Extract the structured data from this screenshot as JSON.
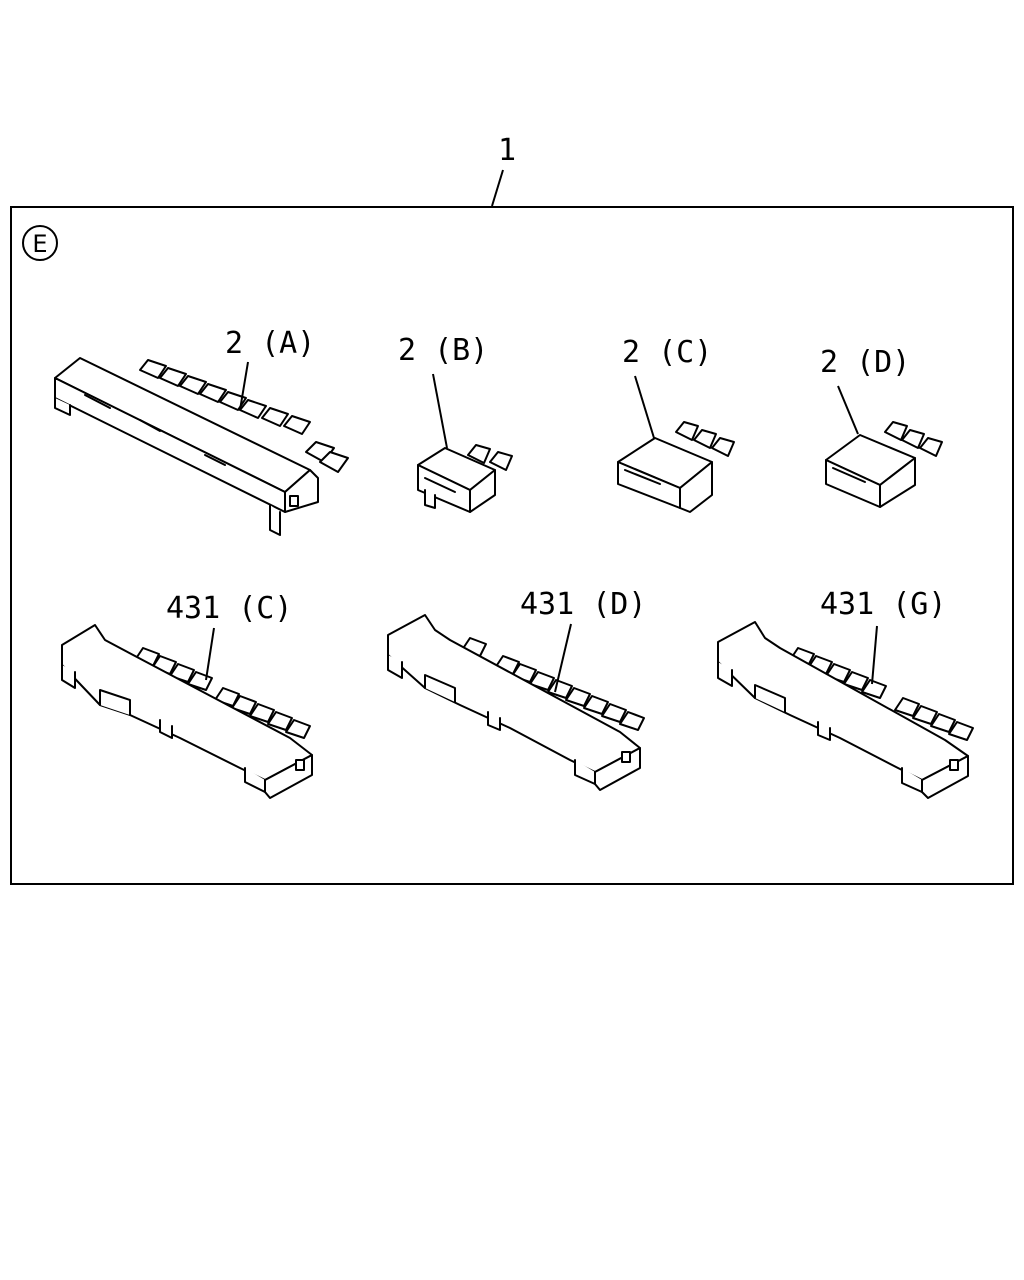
{
  "assembly": {
    "callout": "1"
  },
  "frame": {
    "badge": "E"
  },
  "parts": [
    {
      "id": "2a",
      "label": "2 (A)"
    },
    {
      "id": "2b",
      "label": "2 (B)"
    },
    {
      "id": "2c",
      "label": "2 (C)"
    },
    {
      "id": "2d",
      "label": "2 (D)"
    },
    {
      "id": "431c",
      "label": "431 (C)"
    },
    {
      "id": "431d",
      "label": "431 (D)"
    },
    {
      "id": "431g",
      "label": "431 (G)"
    }
  ]
}
